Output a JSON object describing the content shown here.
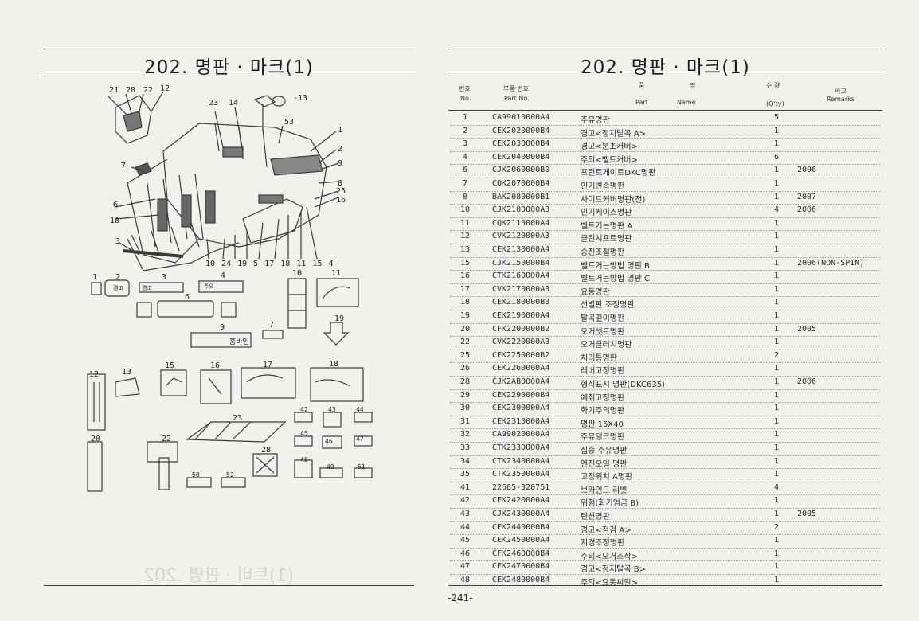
{
  "left_page": {
    "title": "202. 명판 · 마크(1)",
    "diagram_callouts": [
      "21",
      "20",
      "22",
      "12",
      "23",
      "14",
      "13",
      "53",
      "1",
      "2",
      "9",
      "7",
      "8",
      "25",
      "16",
      "6",
      "10",
      "3",
      "10",
      "24",
      "19",
      "5",
      "17",
      "18",
      "11",
      "15",
      "4",
      "1",
      "2",
      "3",
      "4",
      "10",
      "11",
      "6",
      "9",
      "7",
      "19",
      "12",
      "13",
      "15",
      "16",
      "17",
      "18",
      "23",
      "42",
      "43",
      "44",
      "45",
      "46",
      "47",
      "48",
      "49",
      "51",
      "20",
      "22",
      "28",
      "50",
      "52"
    ],
    "sticker_texts": [
      "경고",
      "경고",
      "주의",
      "홈바인"
    ]
  },
  "right_page": {
    "title": "202. 명판 · 마크(1)",
    "headers": {
      "no_kr": "번호",
      "no_en": "No.",
      "part_kr": "부품 번호",
      "part_en": "Part  No.",
      "name_kr1": "품",
      "name_kr2": "명",
      "name_en1": "Part",
      "name_en2": "Name",
      "qty_kr": "수 량",
      "qty_en": "(Q'ty)",
      "remarks_kr": "비고",
      "remarks_en": "Remarks"
    },
    "rows": [
      {
        "no": "1",
        "part": "CA99010000A4",
        "name": "주유명판",
        "qty": "5",
        "remarks": ""
      },
      {
        "no": "2",
        "part": "CEK2020000B4",
        "name": "경고<정지탈곡 A>",
        "qty": "1",
        "remarks": ""
      },
      {
        "no": "3",
        "part": "CEK2030000B4",
        "name": "경고<분초커버>",
        "qty": "1",
        "remarks": ""
      },
      {
        "no": "4",
        "part": "CEK2040000B4",
        "name": "주의<벨트커버>",
        "qty": "6",
        "remarks": ""
      },
      {
        "no": "6",
        "part": "CJK2060000B0",
        "name": "프런트게이트DKC명판",
        "qty": "1",
        "remarks": "2006"
      },
      {
        "no": "7",
        "part": "CQK2070000B4",
        "name": "인기변속명판",
        "qty": "1",
        "remarks": ""
      },
      {
        "no": "8",
        "part": "BAK2080000B1",
        "name": "사이드커버명판(전)",
        "qty": "1",
        "remarks": "2007"
      },
      {
        "no": "10",
        "part": "CJK2100000A3",
        "name": "인기케이스명판",
        "qty": "4",
        "remarks": "2006"
      },
      {
        "no": "11",
        "part": "CQK2110000A4",
        "name": "벨트거는명판 A",
        "qty": "1",
        "remarks": ""
      },
      {
        "no": "12",
        "part": "CVK2120000A3",
        "name": "클린시프트명판",
        "qty": "1",
        "remarks": ""
      },
      {
        "no": "13",
        "part": "CEK2130000A4",
        "name": "승진조절명판",
        "qty": "1",
        "remarks": ""
      },
      {
        "no": "15",
        "part": "CJK2150000B4",
        "name": "벨트거는방법 명핀 B",
        "qty": "1",
        "remarks": "2006(NON-SPIN)"
      },
      {
        "no": "16",
        "part": "CTK2160000A4",
        "name": "벨트거는방법 명판 C",
        "qty": "1",
        "remarks": ""
      },
      {
        "no": "17",
        "part": "CVK2170000A3",
        "name": "요동명판",
        "qty": "1",
        "remarks": ""
      },
      {
        "no": "18",
        "part": "CEK2180000B3",
        "name": "선별판 조정명판",
        "qty": "1",
        "remarks": ""
      },
      {
        "no": "19",
        "part": "CEK2190000A4",
        "name": "탈곡깊이명판",
        "qty": "1",
        "remarks": ""
      },
      {
        "no": "20",
        "part": "CFK2200000B2",
        "name": "오거셋트명판",
        "qty": "1",
        "remarks": "2005"
      },
      {
        "no": "22",
        "part": "CVK2220000A3",
        "name": "오거클러치명판",
        "qty": "1",
        "remarks": ""
      },
      {
        "no": "25",
        "part": "CEK2250000B2",
        "name": "처리통명판",
        "qty": "2",
        "remarks": ""
      },
      {
        "no": "26",
        "part": "CEK2260000A4",
        "name": "레버고정명판",
        "qty": "1",
        "remarks": ""
      },
      {
        "no": "28",
        "part": "CJK2AB0000A4",
        "name": "형식표시 명판(DKC635)",
        "qty": "1",
        "remarks": "2006"
      },
      {
        "no": "29",
        "part": "CEK2290000B4",
        "name": "예취고정명판",
        "qty": "1",
        "remarks": ""
      },
      {
        "no": "30",
        "part": "CEK2300000A4",
        "name": "화기주의명판",
        "qty": "1",
        "remarks": ""
      },
      {
        "no": "31",
        "part": "CEK2310000A4",
        "name": "명판 15X40",
        "qty": "1",
        "remarks": ""
      },
      {
        "no": "32",
        "part": "CA99020000A4",
        "name": "주유탱크명판",
        "qty": "1",
        "remarks": ""
      },
      {
        "no": "33",
        "part": "CTK2330000A4",
        "name": "집중 주유명판",
        "qty": "1",
        "remarks": ""
      },
      {
        "no": "34",
        "part": "CTK2340000A4",
        "name": "엔진오일 명판",
        "qty": "1",
        "remarks": ""
      },
      {
        "no": "35",
        "part": "CTK2350000A4",
        "name": "고정위치 A명판",
        "qty": "1",
        "remarks": ""
      },
      {
        "no": "41",
        "part": "22685-320751",
        "name": "브라인드 리벳",
        "qty": "4",
        "remarks": ""
      },
      {
        "no": "42",
        "part": "CEK2420000A4",
        "name": "위험(화기엄금 B)",
        "qty": "1",
        "remarks": ""
      },
      {
        "no": "43",
        "part": "CJK2430000A4",
        "name": "텐션명판",
        "qty": "1",
        "remarks": "2005"
      },
      {
        "no": "44",
        "part": "CEK2440000B4",
        "name": "경고<점검 A>",
        "qty": "2",
        "remarks": ""
      },
      {
        "no": "45",
        "part": "CEK2450000A4",
        "name": "지경조정명판",
        "qty": "1",
        "remarks": ""
      },
      {
        "no": "46",
        "part": "CFK2460000B4",
        "name": "주의<오거조작>",
        "qty": "1",
        "remarks": ""
      },
      {
        "no": "47",
        "part": "CEK2470000B4",
        "name": "경고<정지탈곡 B>",
        "qty": "1",
        "remarks": ""
      },
      {
        "no": "48",
        "part": "CEK2480000B4",
        "name": "주의<요동씨일>",
        "qty": "1",
        "remarks": ""
      }
    ]
  },
  "footer": {
    "page_number": "-241-"
  }
}
